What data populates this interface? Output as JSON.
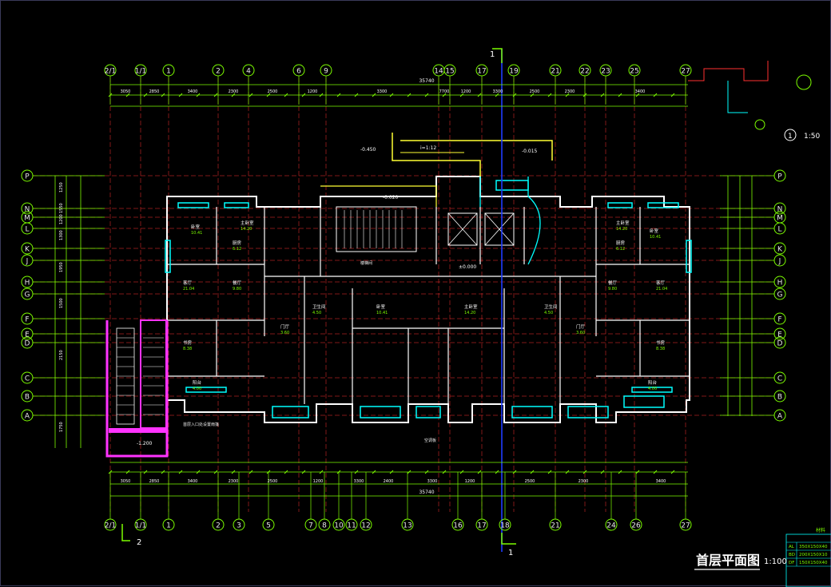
{
  "drawing": {
    "title": "首层平面图",
    "scale": "1:100",
    "detail_scale": "1:50",
    "detail_index": "1",
    "section_top": "1",
    "section_bottom": "1",
    "section_left_label": "2"
  },
  "axes": {
    "top": [
      "2/1",
      "1/1",
      "1",
      "2",
      "4",
      "6",
      "9",
      "14",
      "15",
      "17",
      "19",
      "21",
      "22",
      "23",
      "25",
      "27"
    ],
    "bottom": [
      "2/1",
      "1/1",
      "1",
      "2",
      "3",
      "5",
      "7",
      "8",
      "10",
      "11",
      "12",
      "13",
      "16",
      "17",
      "18",
      "21",
      "24",
      "26",
      "27"
    ],
    "rows": [
      "P",
      "N",
      "M",
      "L",
      "K",
      "J",
      "H",
      "G",
      "F",
      "E",
      "D",
      "C",
      "B",
      "A"
    ]
  },
  "dimensions": {
    "top_total": "35740",
    "bottom_total": "35740",
    "top_row": [
      "3050",
      "2850",
      "3400",
      "2300",
      "2500",
      "1200",
      "3300",
      "7700",
      "1200",
      "3300",
      "2500",
      "2300",
      "3400"
    ],
    "bottom_row": [
      "3050",
      "2850",
      "3400",
      "2300",
      "2500",
      "1200",
      "3300",
      "2400",
      "3300",
      "1200",
      "2500",
      "2300",
      "3400"
    ],
    "left": [
      "1250",
      "1550",
      "1200",
      "1300",
      "1950",
      "1500",
      "2150",
      "1750"
    ]
  },
  "rooms": [
    {
      "name": "卧室",
      "area": "10.41"
    },
    {
      "name": "主卧室",
      "area": "14.20"
    },
    {
      "name": "客厅",
      "area": "21.04"
    },
    {
      "name": "餐厅",
      "area": "9.80"
    },
    {
      "name": "厨房",
      "area": "6.12"
    },
    {
      "name": "卫生间",
      "area": "4.50"
    },
    {
      "name": "书房",
      "area": "8.38"
    },
    {
      "name": "阳台",
      "area": "4.00"
    },
    {
      "name": "门厅",
      "area": "3.60"
    }
  ],
  "labels": {
    "elevation_zero": "±0.000",
    "elevation_1": "-0.450",
    "elevation_2": "-0.015",
    "elevation_3": "-0.020",
    "elevation_4": "-1.200",
    "ramp": "i=1:12",
    "stair_note": "楼梯间",
    "note_1": "首层入口处设置雨篷",
    "note_2": "空调板"
  },
  "legend": {
    "header": "材料",
    "rows": [
      {
        "code": "AL",
        "spec": "350X150X40"
      },
      {
        "code": "BD",
        "spec": "200X150X10"
      },
      {
        "code": "DF",
        "spec": "150X150X40"
      }
    ]
  },
  "colors": {
    "grid": "#7CFC00",
    "wall": "#ffffff",
    "window": "#00ffff",
    "door": "#ffffff",
    "axis": "#ff3030",
    "section": "#1e3cff",
    "stair": "#ff33ff",
    "yellow": "#ffff33",
    "text": "#ffffff"
  }
}
